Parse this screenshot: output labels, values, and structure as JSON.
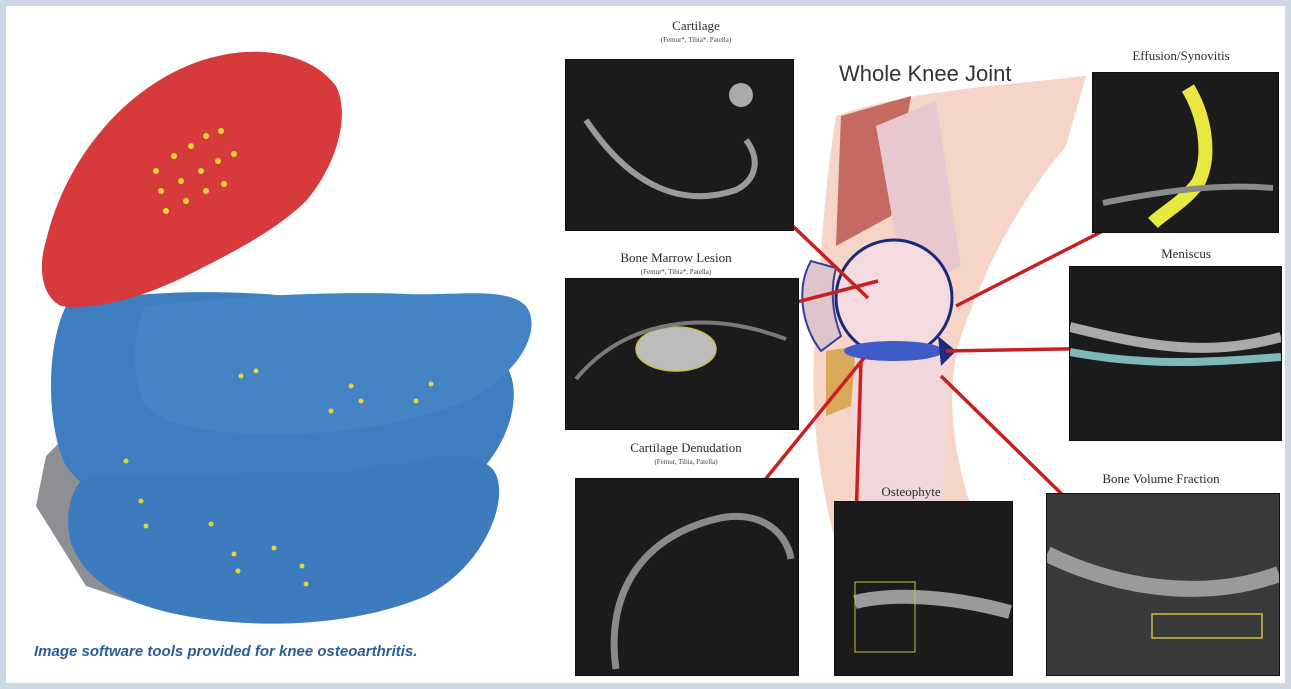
{
  "figure": {
    "title": "Whole Knee Joint",
    "caption": "Image software tools provided for knee osteoarthritis."
  },
  "panels": [
    {
      "id": "cartilage",
      "label": "Cartilage",
      "sublabel": "(Femur*, Tibia*, Patella)"
    },
    {
      "id": "bml",
      "label": "Bone Marrow Lesion",
      "sublabel": "(Femur*, Tibia*, Patella)"
    },
    {
      "id": "denudation",
      "label": "Cartilage Denudation",
      "sublabel": "(Femur, Tibia, Patella)"
    },
    {
      "id": "osteophyte",
      "label": "Osteophyte",
      "sublabel": ""
    },
    {
      "id": "bvf",
      "label": "Bone Volume Fraction",
      "sublabel": ""
    },
    {
      "id": "meniscus",
      "label": "Meniscus",
      "sublabel": ""
    },
    {
      "id": "effusion",
      "label": "Effusion/Synovitis",
      "sublabel": ""
    }
  ],
  "colors": {
    "patella_model": "#d63a3a",
    "bone_model": "#3f7fc0",
    "marker": "#e8d530",
    "arrow": "#c82020",
    "caption": "#2a5f96"
  }
}
